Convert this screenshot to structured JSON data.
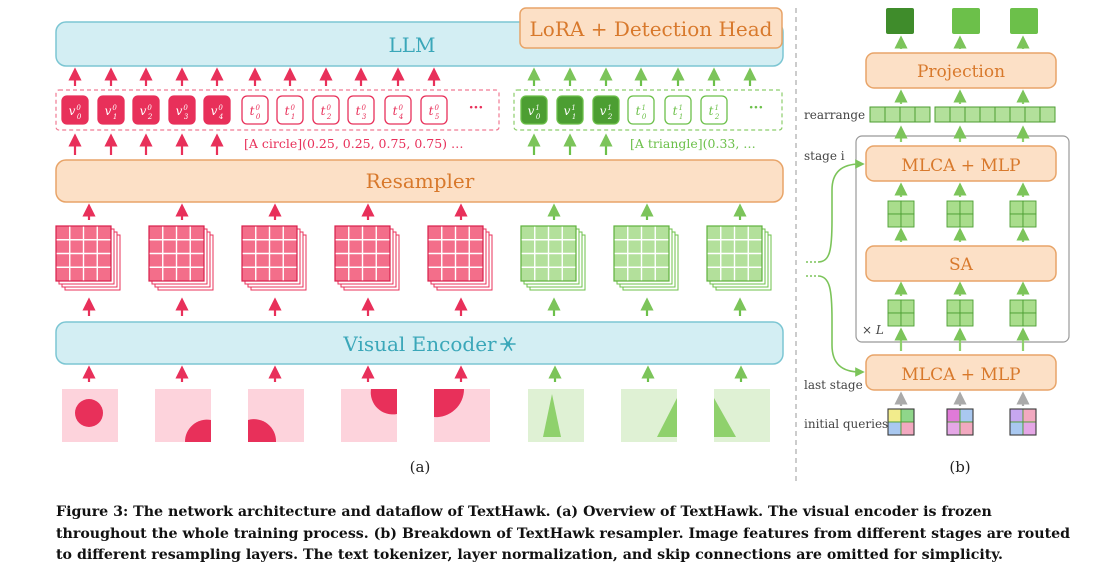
{
  "panel_a": {
    "llm_label": "LLM",
    "lora_label": "LoRA + Detection Head",
    "resampler_label": "Resampler",
    "encoder_label": "Visual Encoder",
    "frozen_icon": "snowflake-icon",
    "ellipsis": "···",
    "red_tokens": [
      {
        "b": "v",
        "sup": "0",
        "sub": "0",
        "filled": true
      },
      {
        "b": "v",
        "sup": "0",
        "sub": "1",
        "filled": true
      },
      {
        "b": "v",
        "sup": "0",
        "sub": "2",
        "filled": true
      },
      {
        "b": "v",
        "sup": "0",
        "sub": "3",
        "filled": true
      },
      {
        "b": "v",
        "sup": "0",
        "sub": "4",
        "filled": true
      },
      {
        "b": "t",
        "sup": "0",
        "sub": "0",
        "filled": false
      },
      {
        "b": "t",
        "sup": "0",
        "sub": "1",
        "filled": false
      },
      {
        "b": "t",
        "sup": "0",
        "sub": "2",
        "filled": false
      },
      {
        "b": "t",
        "sup": "0",
        "sub": "3",
        "filled": false
      },
      {
        "b": "t",
        "sup": "0",
        "sub": "4",
        "filled": false
      },
      {
        "b": "t",
        "sup": "0",
        "sub": "5",
        "filled": false
      }
    ],
    "green_tokens": [
      {
        "b": "v",
        "sup": "1",
        "sub": "0",
        "filled": true
      },
      {
        "b": "v",
        "sup": "1",
        "sub": "1",
        "filled": true
      },
      {
        "b": "v",
        "sup": "1",
        "sub": "2",
        "filled": true
      },
      {
        "b": "t",
        "sup": "1",
        "sub": "0",
        "filled": false
      },
      {
        "b": "t",
        "sup": "1",
        "sub": "1",
        "filled": false
      },
      {
        "b": "t",
        "sup": "1",
        "sub": "2",
        "filled": false
      }
    ],
    "red_text": "[A circle](0.25, 0.25, 0.75, 0.75) …",
    "green_text": "[A triangle](0.33, …",
    "label": "(a)"
  },
  "panel_b": {
    "projection_label": "Projection",
    "mlca_label": "MLCA + MLP",
    "sa_label": "SA",
    "mlca_last_label": "MLCA + MLP",
    "rearrange_label": "rearrange",
    "stage_label": "stage i",
    "times_l_label": "× L",
    "last_stage_label": "last stage",
    "initial_queries_label": "initial queries",
    "label": "(b)"
  },
  "caption": "Figure 3: The network architecture and dataflow of TextHawk. (a) Overview of TextHawk. The visual encoder is frozen throughout the whole training process. (b) Breakdown of TextHawk resampler. Image features from different stages are routed to different resampling layers. The text tokenizer, layer normalization, and skip connections are omitted for simplicity.",
  "colors": {
    "red": "#e8305a",
    "red_fill": "#f9cdd6",
    "pink_img": "#fdd3dc",
    "green": "#6cc04a",
    "green_fill": "#d6efc8",
    "green_img": "#dff1d4",
    "blue_fill": "#d3eef3",
    "blue_stroke": "#7cc6d3",
    "orange_fill": "#fce0c6",
    "orange_stroke": "#e8a468"
  }
}
